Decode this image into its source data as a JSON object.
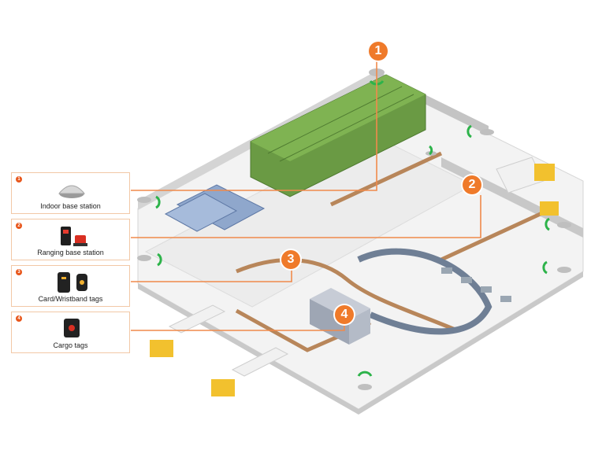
{
  "legend": [
    {
      "num": "1",
      "label": "Indoor base station",
      "icon": "indoor-base-station-icon"
    },
    {
      "num": "2",
      "label": "Ranging base station",
      "icon": "ranging-base-station-icon"
    },
    {
      "num": "3",
      "label": "Card/Wristband tags",
      "icon": "card-wristband-tag-icon"
    },
    {
      "num": "4",
      "label": "Cargo tags",
      "icon": "cargo-tag-icon"
    }
  ],
  "callouts": [
    "1",
    "2",
    "3",
    "4"
  ],
  "colors": {
    "accent": "#ef7a2a",
    "leader_line": "#f08a4b",
    "floor": "#f2f2f2",
    "wall": "#d9d9d9",
    "shelf": "#5e8c3a",
    "signal": "#2db34a"
  }
}
